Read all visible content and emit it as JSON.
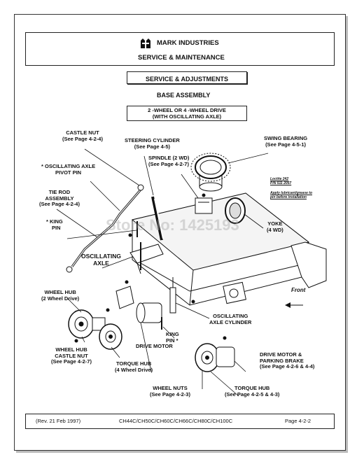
{
  "header": {
    "company": "MARK INDUSTRIES",
    "subtitle": "SERVICE & MAINTENANCE"
  },
  "section": {
    "title": "SERVICE & ADJUSTMENTS",
    "assembly": "BASE ASSEMBLY",
    "drive_line1": "2 -WHEEL OR 4 -WHEEL DRIVE",
    "drive_line2": "(WITH OSCILLATING AXLE)"
  },
  "callouts": {
    "castle_nut": [
      "CASTLE NUT",
      "(See Page 4-2-4)"
    ],
    "steering_cylinder": [
      "STEERING CYLINDER",
      "(See Page 4-5)"
    ],
    "swing_bearing": [
      "SWING BEARING",
      "(See Page 4-5-1)"
    ],
    "spindle": [
      "SPINDLE  (2 WD)",
      "(See Page 4-2-7)"
    ],
    "axle_pivot": [
      "*  OSCILLATING AXLE",
      "PIVOT PIN"
    ],
    "tie_rod": [
      "TIE ROD",
      "ASSEMBLY",
      "(See Page 4-2-4)"
    ],
    "king_pin_top": [
      "* KING",
      "PIN"
    ],
    "oscillating_axle": [
      "OSCILLATING",
      "AXLE"
    ],
    "yoke": [
      "YOKE",
      "(4 WD)"
    ],
    "wheel_hub": [
      "WHEEL HUB",
      "(2 Wheel Drive)"
    ],
    "axle_cylinder": [
      "OSCILLATING",
      "AXLE CYLINDER"
    ],
    "king_pin_bottom": [
      "KING",
      "PIN *"
    ],
    "drive_motor": "DRIVE MOTOR",
    "wheel_hub_castle": [
      "WHEEL HUB",
      "CASTLE NUT",
      "(See Page 4-2-7)"
    ],
    "torque_hub_4wd": [
      "TORQUE HUB",
      "(4 Wheel Drive)"
    ],
    "drive_motor_brake": [
      "DRIVE MOTOR &",
      "PARKING BRAKE",
      "(See Page 4-2-6 & 4-4)"
    ],
    "wheel_nuts": [
      "WHEEL NUTS",
      "(See Page 4-2-3)"
    ],
    "torque_hub": [
      "TORQUE HUB",
      "(See Page 4-2-5 & 4-3)"
    ],
    "front": "Front"
  },
  "notes": {
    "loctite": [
      "Loctite 242",
      "P/N 511 2057"
    ],
    "lubricant": [
      "Apply lubricant/grease to",
      "pin before installation"
    ]
  },
  "watermark": "Store No: 1425193",
  "footer": {
    "revision": "(Rev. 21 Feb 1997)",
    "models": "CH44C/CH50C/CH60C/CH66C/CH80C/CH100C",
    "page": "Page 4-2-2"
  },
  "colors": {
    "ink": "#111111",
    "frame": "#333333",
    "shadow": "#bbbbbb"
  }
}
